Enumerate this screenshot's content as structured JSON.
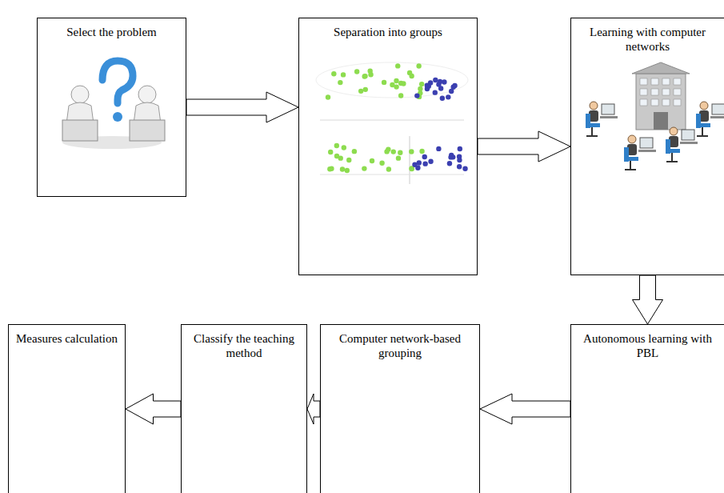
{
  "diagram": {
    "nodes": [
      {
        "text": [
          "Select the problem"
        ]
      },
      {
        "text": [
          "Separation into groups"
        ]
      },
      {
        "text": [
          "Learning with computer networks"
        ]
      },
      {
        "text": [
          "Autonomous learning with PBL"
        ]
      },
      {
        "text": [
          "Computer network-based grouping"
        ]
      },
      {
        "text": [
          "Classify the teaching method"
        ]
      },
      {
        "text": [
          "Measures calculation"
        ]
      }
    ],
    "edges": [
      {
        "from": 0,
        "to": 1,
        "arrow": "to"
      },
      {
        "from": 1,
        "to": 2,
        "arrow": "to"
      },
      {
        "from": 2,
        "to": 3,
        "arrow": "to"
      },
      {
        "from": 3,
        "to": 4,
        "arrow": "to"
      },
      {
        "from": 4,
        "to": 5,
        "arrow": "to"
      },
      {
        "from": 5,
        "to": 6,
        "arrow": "to"
      }
    ]
  }
}
